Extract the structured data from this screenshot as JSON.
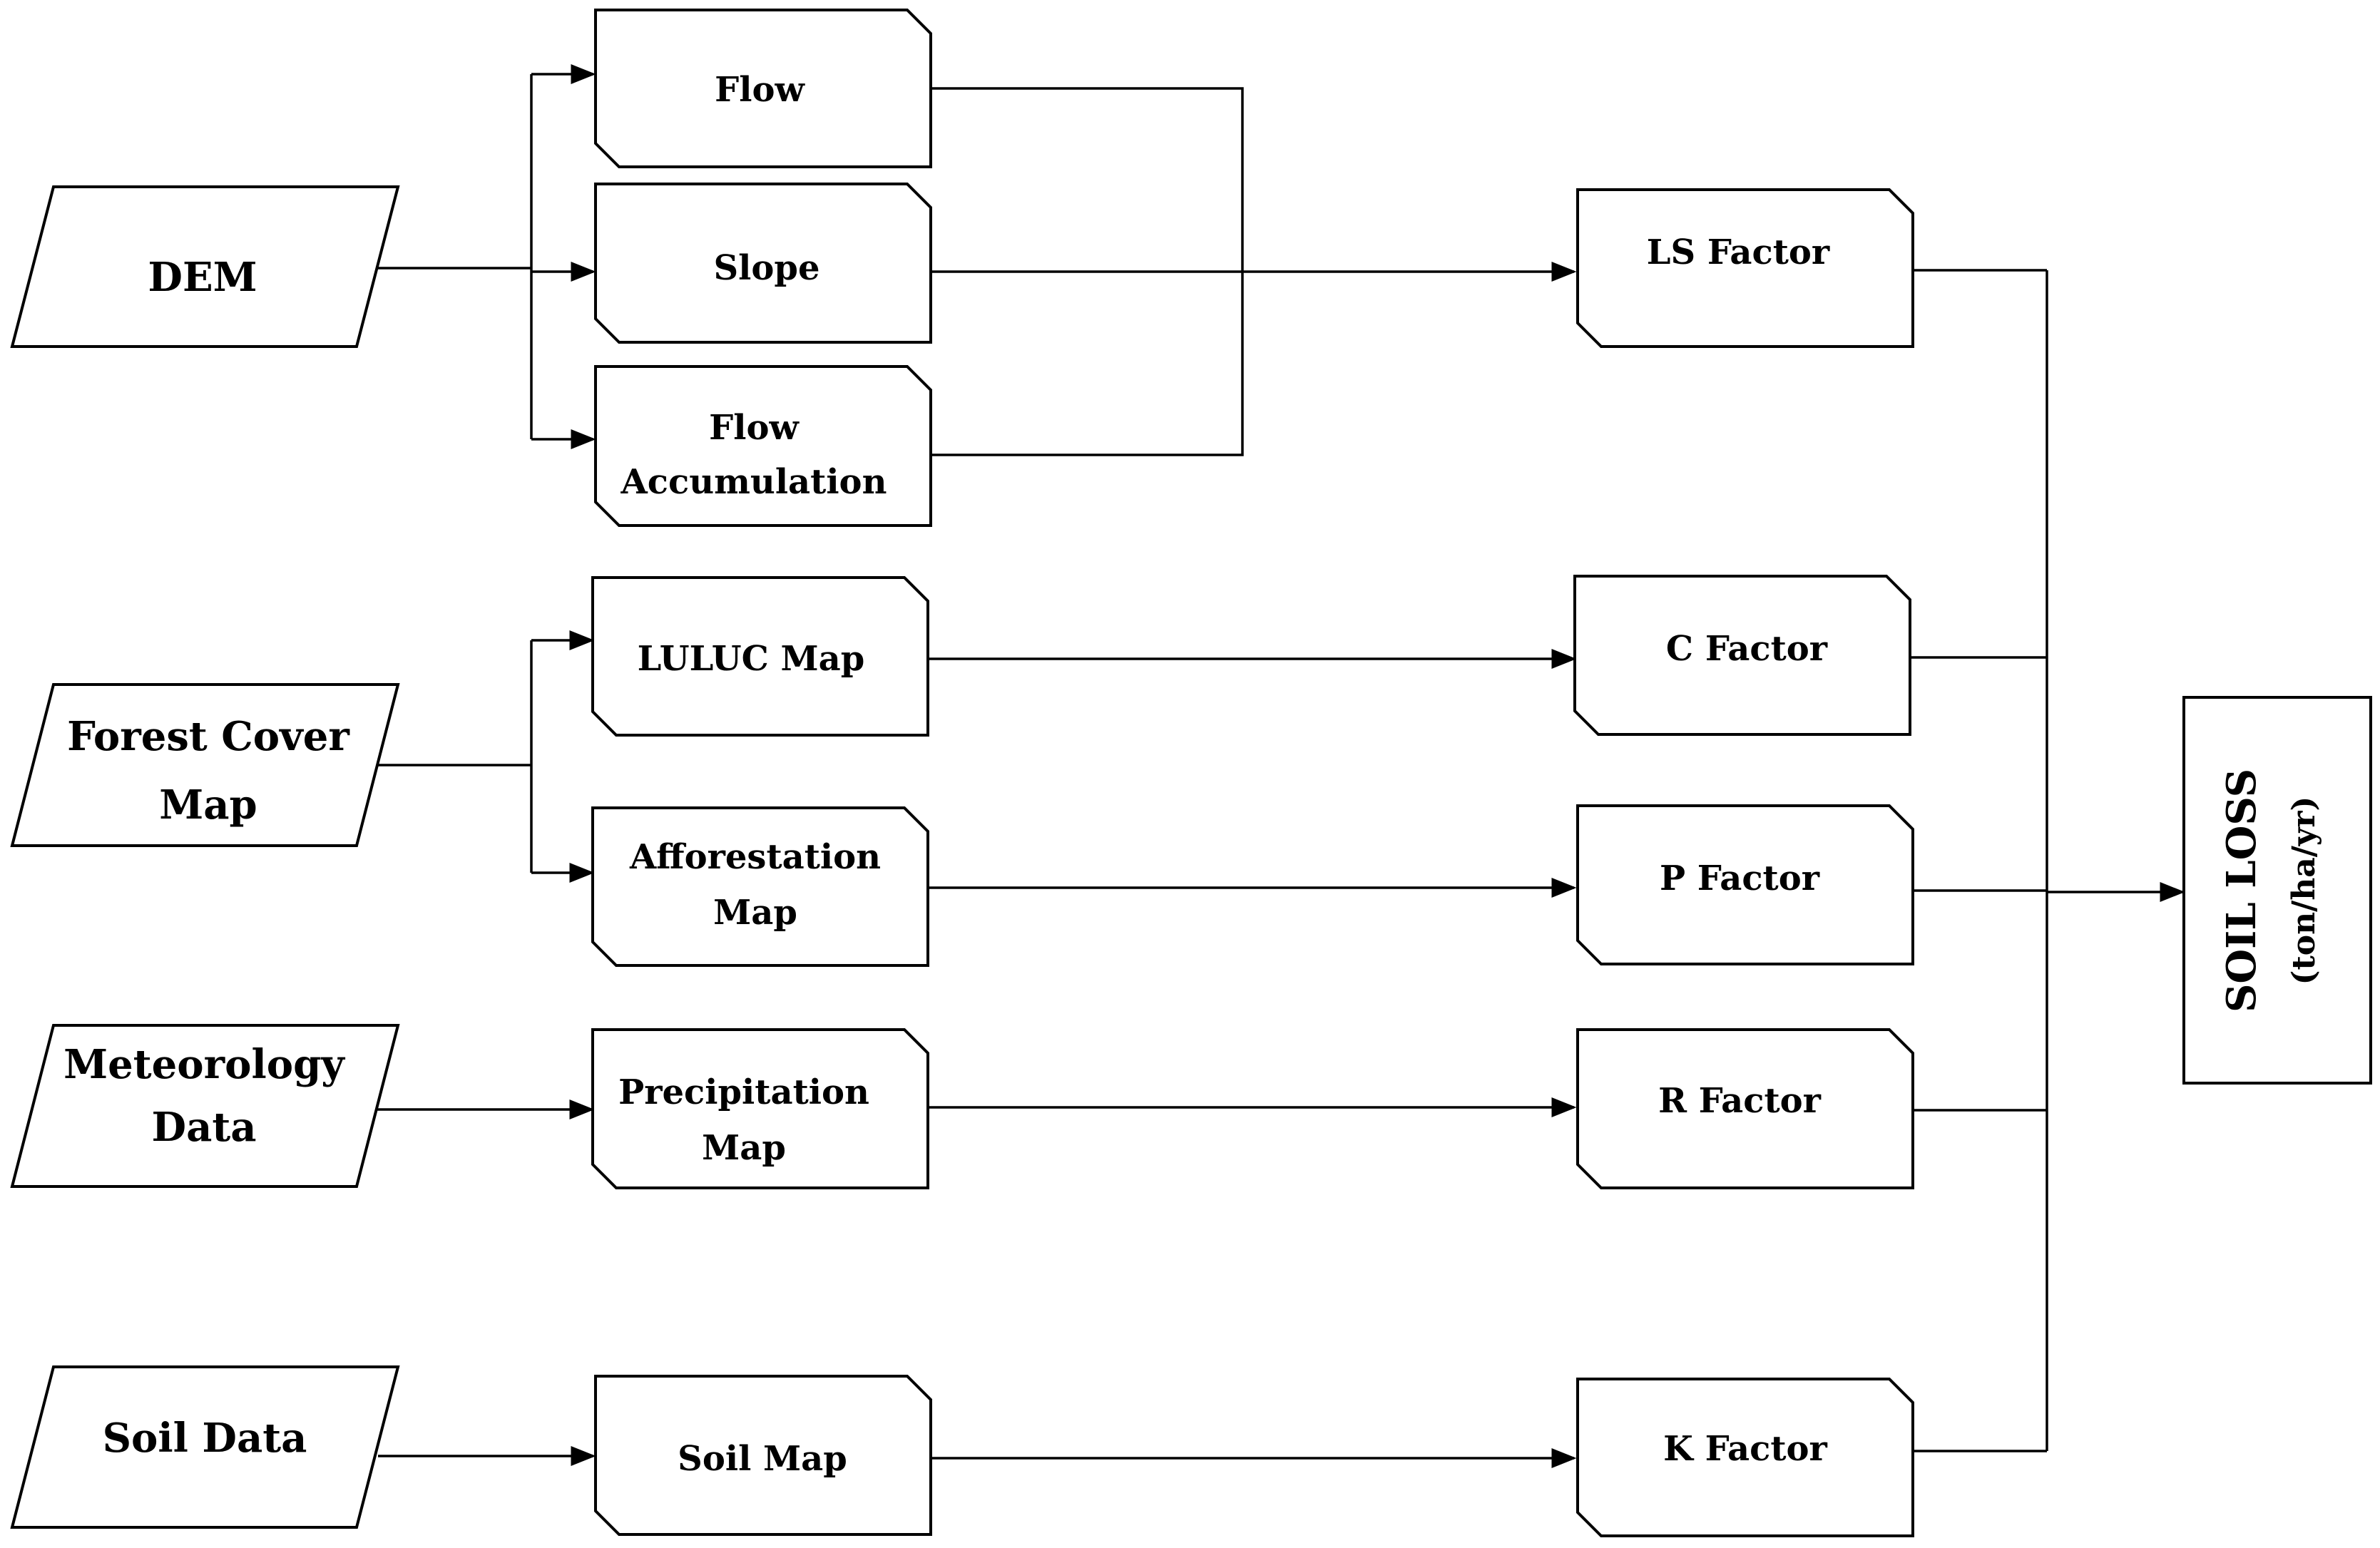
{
  "inputs": {
    "dem": {
      "lines": [
        "DEM"
      ]
    },
    "forest": {
      "lines": [
        "Forest Cover",
        "Map"
      ]
    },
    "meteo": {
      "lines": [
        "Meteorology",
        "Data"
      ]
    },
    "soil": {
      "lines": [
        "Soil Data"
      ]
    }
  },
  "intermediate": {
    "flow": {
      "lines": [
        "Flow"
      ]
    },
    "slope": {
      "lines": [
        "Slope"
      ]
    },
    "flow_acc": {
      "lines": [
        "Flow",
        "Accumulation"
      ]
    },
    "luluc": {
      "lines": [
        "LULUC Map"
      ]
    },
    "affor": {
      "lines": [
        "Afforestation",
        "Map"
      ]
    },
    "precip": {
      "lines": [
        "Precipitation",
        "Map"
      ]
    },
    "soilmap": {
      "lines": [
        "Soil Map"
      ]
    }
  },
  "factors": {
    "ls": {
      "lines": [
        "LS Factor"
      ]
    },
    "c": {
      "lines": [
        "C Factor"
      ]
    },
    "p": {
      "lines": [
        "P Factor"
      ]
    },
    "r": {
      "lines": [
        "R Factor"
      ]
    },
    "k": {
      "lines": [
        "K Factor"
      ]
    }
  },
  "output": {
    "title": "SOIL LOSS",
    "unit": "(ton/ha/yr)"
  },
  "colors": {
    "stroke": "#000000",
    "fill": "#ffffff"
  }
}
